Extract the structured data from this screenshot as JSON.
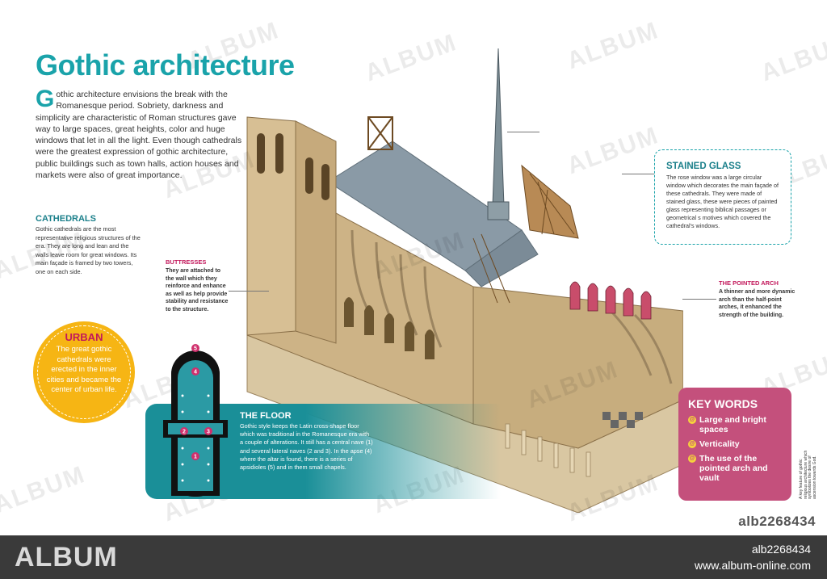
{
  "title": "Gothic architecture",
  "intro": {
    "dropcap": "G",
    "text": "othic architecture envisions the break with the Romanesque  period. Sobriety, darkness and simplicity are characteristic of Roman structures  gave way to large spaces,  great heights, color and huge windows that let in all the light. Even though cathedrals were the greatest expression of gothic architecture, public buildings such as town halls, action houses and markets were also of great importance."
  },
  "cathedrals": {
    "heading": "CATHEDRALS",
    "text": "Gothic cathedrals are the most representative religious structures of the era. They are long and lean and the walls leave room for great windows. Its main façade is framed by two towers, one on each side."
  },
  "buttresses": {
    "heading": "BUTTRESSES",
    "text": "They are attached to the wall which they reinforce and enhance as well as help provide stability and resistance to the structure."
  },
  "urban": {
    "heading": "URBAN",
    "text": "The great gothic cathedrals were erected in the inner cities and became the center of urban life."
  },
  "stained_glass": {
    "heading": "STAINED GLASS",
    "text": "The rose window was a large circular window which decorates the main façade of these cathedrals. They were made  of stained glass, these  were pieces of painted glass representing biblical passages or geometrical s motives which covered the cathedral's windows."
  },
  "pointed_arch": {
    "heading": "THE POINTED ARCH",
    "text": "A thinner and more dynamic arch than the half-point arches, it enhanced the strength of the building."
  },
  "floor": {
    "heading": "THE FLOOR",
    "text": "Gothic style keeps the Latin cross-shape floor which was traditional in the Romanesque era with a couple of alterations. It still has a central nave (1) and several lateral naves (2 and 3). In the apse (4) where the altar is found, there is a series of apsidioles (5) and in them small chapels."
  },
  "plan_labels": [
    "1",
    "2",
    "3",
    "4",
    "5"
  ],
  "key_words": {
    "heading": "KEY WORDS",
    "items": [
      "Large and bright spaces",
      "Verticality",
      "The use of the pointed arch and vault"
    ]
  },
  "side_note": "A key feature of gothic religious architecture which symbolizes the desire of ascension towards God.",
  "footer": {
    "brand": "ALBUM",
    "image_id": "alb2268434",
    "url": "www.album-online.com",
    "corner_id": "alb2268434"
  },
  "watermark_text": "ALBUM",
  "colors": {
    "accent_teal": "#1aa3aa",
    "urban_yellow": "#f6b514",
    "keywords_pink": "#c4507c",
    "label_magenta": "#c2185b",
    "footer_dark": "#3a3a3a"
  }
}
